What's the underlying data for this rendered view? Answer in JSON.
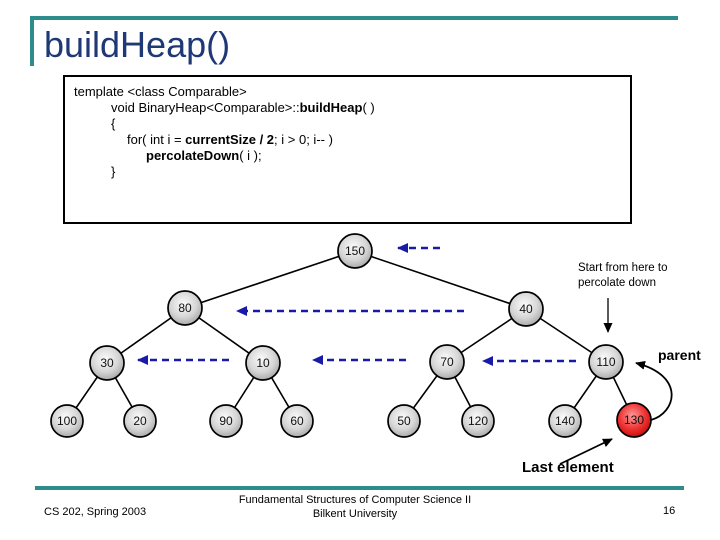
{
  "title": "buildHeap()",
  "code": {
    "l1a": "template <class Comparable>",
    "l2a": "void BinaryHeap<Comparable>::",
    "l2b": "buildHeap",
    "l2c": "( )",
    "l3a": "{",
    "l4a": "for( int i = ",
    "l4b": "currentSize / 2",
    "l4c": "; i > 0; i-- )",
    "l5b": "percolateDown",
    "l5c": "( i );",
    "l6a": "}"
  },
  "tree": {
    "nodes": [
      {
        "id": "150",
        "value": "150",
        "highlight": false
      },
      {
        "id": "80",
        "value": "80",
        "highlight": false
      },
      {
        "id": "40",
        "value": "40",
        "highlight": false
      },
      {
        "id": "30",
        "value": "30",
        "highlight": false
      },
      {
        "id": "10",
        "value": "10",
        "highlight": false
      },
      {
        "id": "70",
        "value": "70",
        "highlight": false
      },
      {
        "id": "110",
        "value": "110",
        "highlight": false
      },
      {
        "id": "100",
        "value": "100",
        "highlight": false
      },
      {
        "id": "20",
        "value": "20",
        "highlight": false
      },
      {
        "id": "90",
        "value": "90",
        "highlight": false
      },
      {
        "id": "60",
        "value": "60",
        "highlight": false
      },
      {
        "id": "50",
        "value": "50",
        "highlight": false
      },
      {
        "id": "120",
        "value": "120",
        "highlight": false
      },
      {
        "id": "140",
        "value": "140",
        "highlight": false
      },
      {
        "id": "130",
        "value": "130",
        "highlight": true
      }
    ]
  },
  "annotations": {
    "start_note": "Start from here to percolate down",
    "parent": "parent",
    "last_element": "Last element"
  },
  "footer": {
    "left": "CS 202, Spring 2003",
    "center_line1": "Fundamental Structures of Computer Science II",
    "center_line2": "Bilkent University",
    "page_number": "16"
  },
  "colors": {
    "teal_accent": "#2E8C8C",
    "title_blue": "#1F3876",
    "dash_arrow_blue": "#1A1AA8",
    "highlight_node_red": "#DD1111",
    "node_gray": "#D6D6D6"
  }
}
